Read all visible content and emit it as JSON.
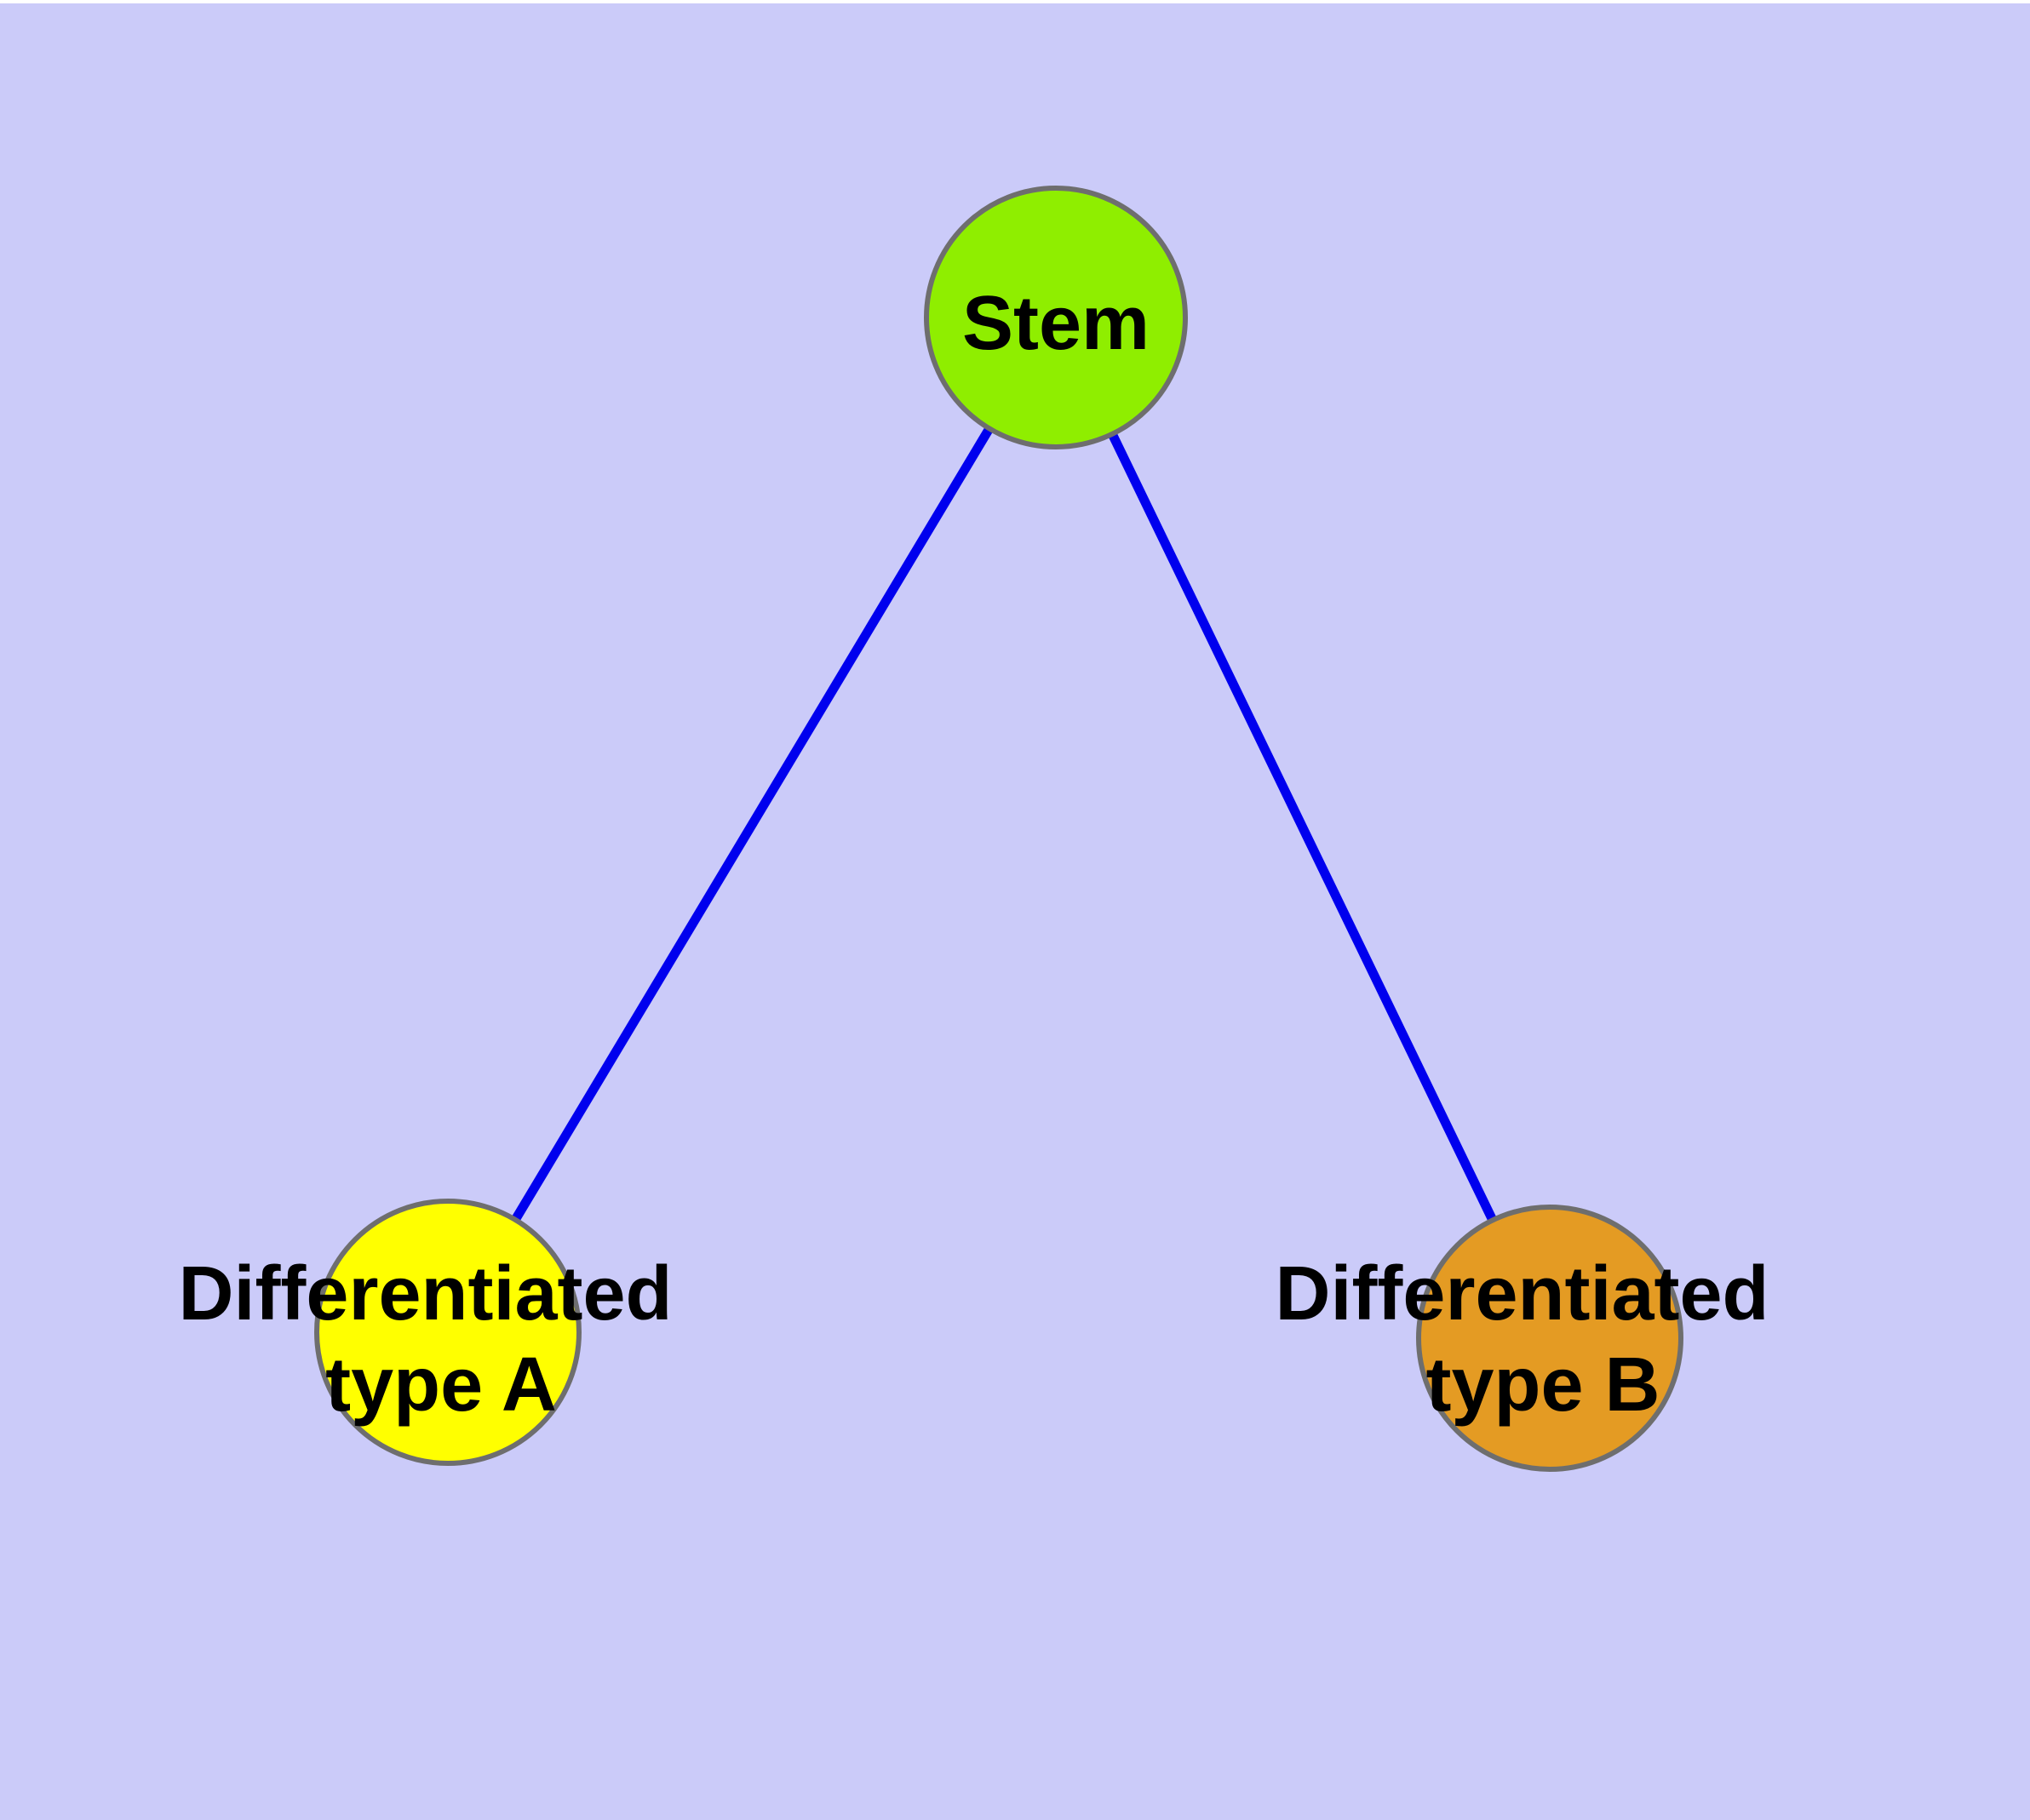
{
  "diagram": {
    "type": "node-link-graph",
    "background_color": "#CBCBF9",
    "top_strip_color": "#FFFFFF",
    "edge_color": "#0000EE",
    "node_border_color": "#6E6E6E",
    "label_color": "#000000",
    "nodes": {
      "stem": {
        "label": "Stem",
        "color": "#8FEE00"
      },
      "type_a": {
        "label_line1": "Differentiated",
        "label_line2": "type A",
        "color": "#FFFF00"
      },
      "type_b": {
        "label_line1": "Differentiated",
        "label_line2": "type B",
        "color": "#E49B23"
      }
    },
    "edges": [
      {
        "from": "Stem",
        "to": "Differentiated type A"
      },
      {
        "from": "Stem",
        "to": "Differentiated type B"
      }
    ]
  }
}
